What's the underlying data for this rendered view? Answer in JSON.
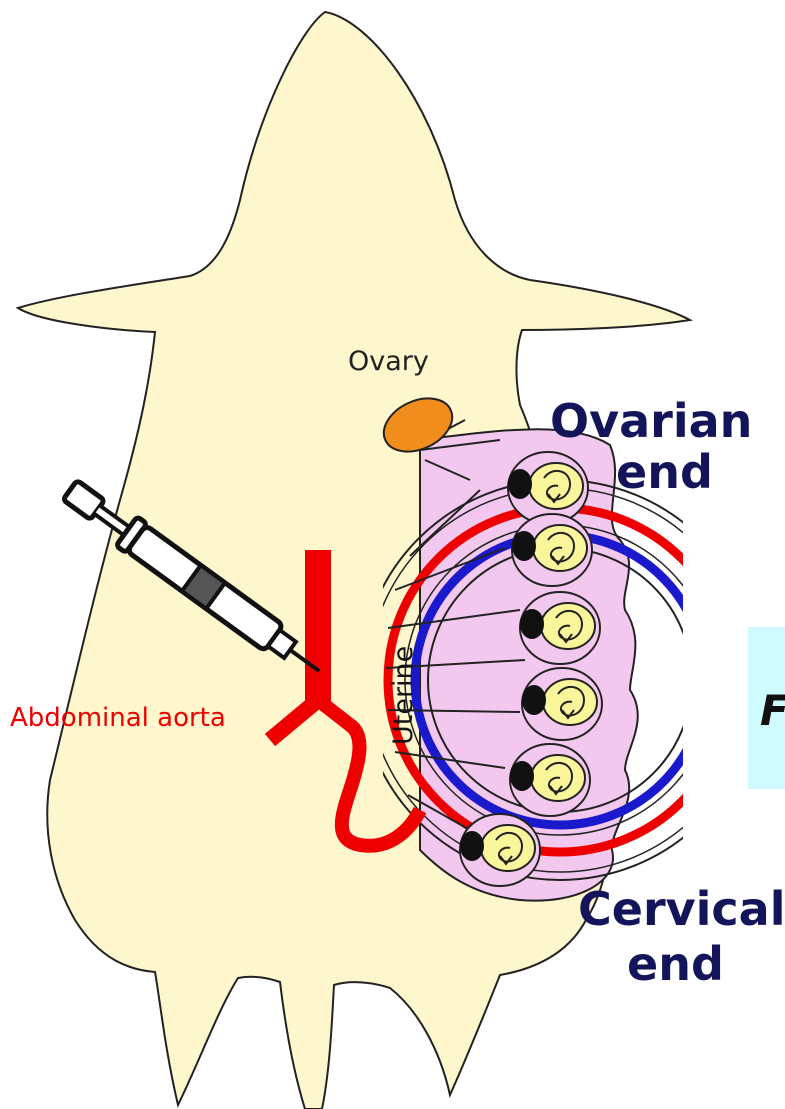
{
  "labels": {
    "ovary": "Ovary",
    "ovarian_end_line1": "Ovarian",
    "ovarian_end_line2": "end",
    "cervical_end_line1": "Cervical",
    "cervical_end_line2": "end",
    "abdominal_aorta": "Abdominal aorta",
    "uterine": "Uterine",
    "cropped_letter": "F"
  },
  "colors": {
    "body": "#fef7cd",
    "outline": "#222222",
    "artery": "#ee0000",
    "vein": "#1a1acc",
    "uterus_horn": "#f3c8ee",
    "embryo": "#f8f59a",
    "ovary": "#f08d1c",
    "cropped_box": "#cffbff",
    "end_label": "#14145a",
    "aorta_label": "#ee0000"
  },
  "icons": {
    "syringe": "syringe-icon",
    "embryo": "embryo-icon"
  }
}
